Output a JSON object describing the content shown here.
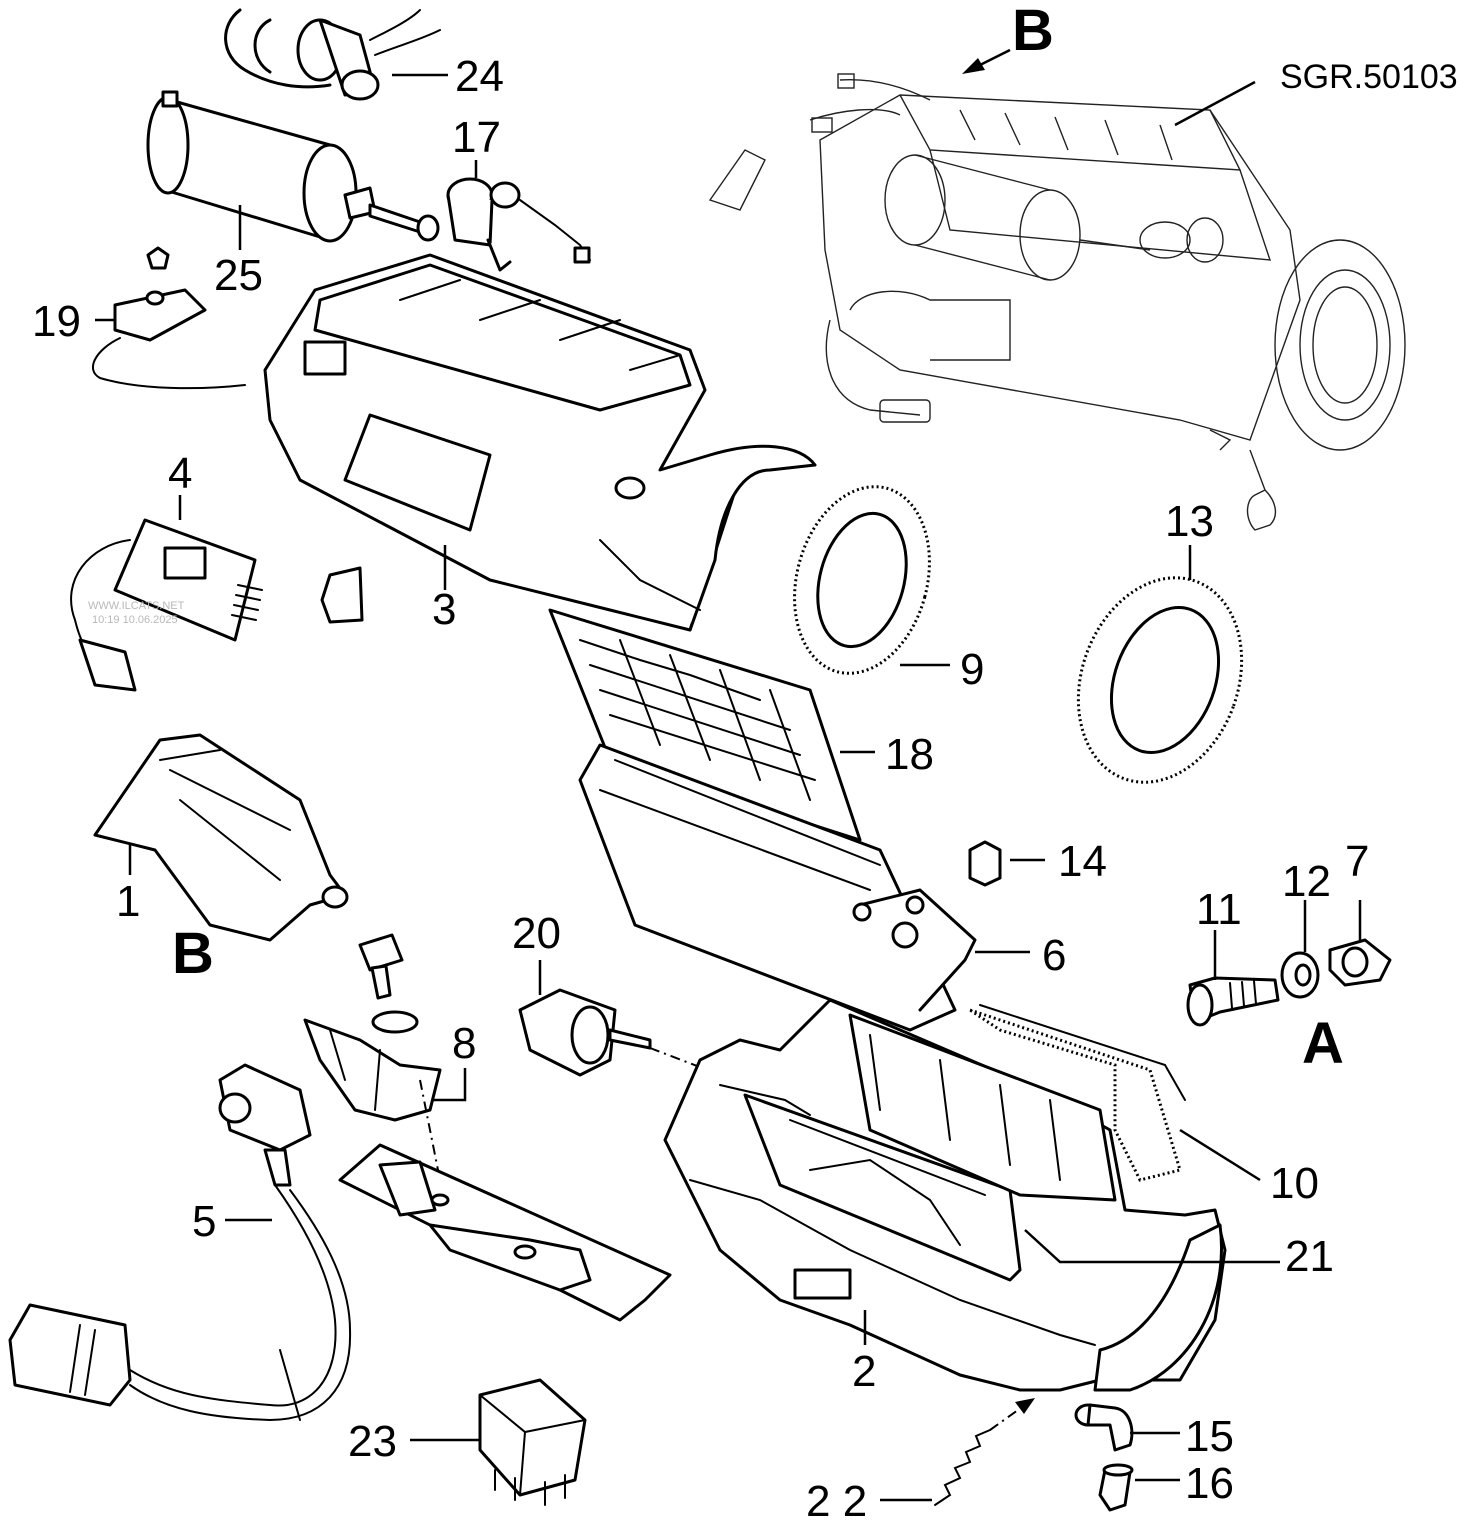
{
  "drawing": {
    "reference": "SGR.50103",
    "view_marks": [
      "B",
      "B",
      "A"
    ],
    "watermark_lines": [
      "WWW.ILCATS.NET",
      "10:19 10.06.2025"
    ]
  },
  "callouts": {
    "c1": "1",
    "c2": "2",
    "c3": "3",
    "c4": "4",
    "c5": "5",
    "c6": "6",
    "c7": "7",
    "c8": "8",
    "c9": "9",
    "c10": "10",
    "c11": "11",
    "c12": "12",
    "c13": "13",
    "c14": "14",
    "c15": "15",
    "c16": "16",
    "c17": "17",
    "c18": "18",
    "c19": "19",
    "c20": "20",
    "c21": "21",
    "c22": "2 2",
    "c23": "23",
    "c24": "24",
    "c25": "25"
  }
}
